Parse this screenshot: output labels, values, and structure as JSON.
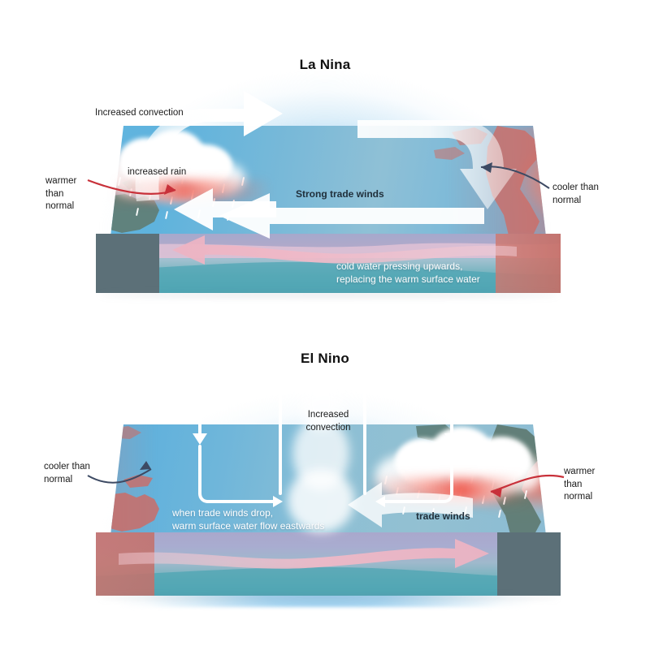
{
  "figure": {
    "type": "diagram",
    "subject": "ENSO (El Nino Southern Oscillation) Pacific Ocean cross-section comparison"
  },
  "panels": [
    {
      "id": "la-nina",
      "title": "La Nina",
      "labels": {
        "convection": "Increased convection",
        "rain": "increased rain",
        "winds": "Strong trade winds",
        "west_sst": "warmer\nthan\nnormal",
        "east_sst": "cooler than\nnormal",
        "subsurface": "cold water pressing upwards,\nreplacing the warm surface water"
      }
    },
    {
      "id": "el-nino",
      "title": "El Nino",
      "labels": {
        "convection": "Increased\nconvection",
        "winds": "trade winds",
        "west_sst": "cooler than\nnormal",
        "east_sst": "warmer\nthan\nnormal",
        "surface_flow": "when trade winds drop,\nwarm surface water flow eastwards"
      }
    }
  ],
  "colors": {
    "warm": "#ec5c4e",
    "cool": "#4aa7de",
    "sea": "#62b4df",
    "sky": "#7ebfe9",
    "arrow_white": "#ffffff",
    "arrow_pink": "#f0bcc8",
    "arrow_red": "#c8313a",
    "arrow_navy": "#3d4a63",
    "land_green": "#5f7a6b",
    "text_dark": "#1a1a1a",
    "text_light": "#ffffff"
  },
  "icons": {
    "cloud": "cloud-icon",
    "rain": "rain-icon",
    "arrow_up": "arrow-up-icon",
    "arrow_down": "arrow-down-icon",
    "arrow_left": "arrow-left-icon",
    "arrow_right": "arrow-right-icon"
  }
}
